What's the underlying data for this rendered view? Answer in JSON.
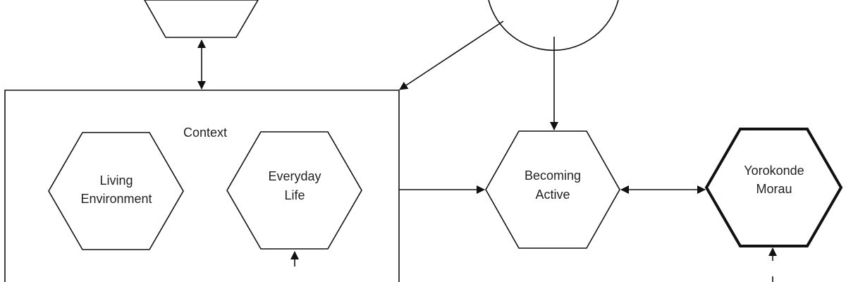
{
  "diagram": {
    "context_label": "Context",
    "nodes": {
      "living_environment": {
        "line1": "Living",
        "line2": "Environment"
      },
      "everyday_life": {
        "line1": "Everyday",
        "line2": "Life"
      },
      "becoming_active": {
        "line1": "Becoming",
        "line2": "Active"
      },
      "yorokonde_morau": {
        "line1": "Yorokonde",
        "line2": "Morau"
      }
    }
  },
  "colors": {
    "stroke": "#111111",
    "background": "#ffffff"
  }
}
